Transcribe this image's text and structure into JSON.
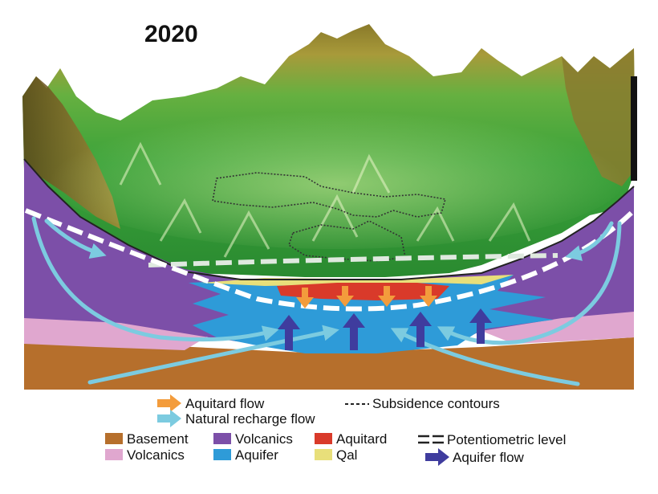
{
  "title": "2020",
  "colors": {
    "basement": "#b66f2c",
    "volcanics_pink": "#e0a7cf",
    "volcanics_purple": "#7c4fa8",
    "aquifer": "#2e9bd8",
    "aquitard": "#d93a2a",
    "qal": "#e8df7a",
    "aquitard_flow": "#f39c3c",
    "recharge_flow": "#7ccbe0",
    "aquifer_flow": "#3f3c9e",
    "terrain_green": "#3ea53a",
    "terrain_brown": "#7a6422"
  },
  "legend": {
    "aquitard_flow": "Aquitard flow",
    "natural_recharge_flow": "Natural recharge flow",
    "subsidence_contours": "Subsidence contours",
    "basement": "Basement",
    "volcanics_pink": "Volcanics",
    "volcanics_purple": "Volcanics",
    "aquifer": "Aquifer",
    "aquitard": "Aquitard",
    "qal": "Qal",
    "potentiometric_level": "Potentiometric level",
    "aquifer_flow": "Aquifer flow"
  }
}
